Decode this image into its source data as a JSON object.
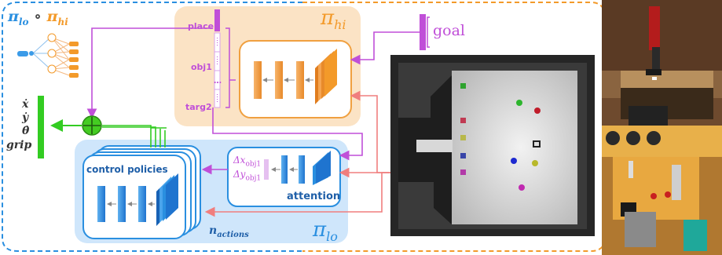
{
  "composite_title": {
    "lo": "π",
    "lo_sub": "lo",
    "op": " ∘ ",
    "hi": "π",
    "hi_sub": "hi"
  },
  "outputs": {
    "x_dot": "ẋ",
    "y_dot": "ẏ",
    "theta_dot": "θ̇",
    "grip": "grip"
  },
  "high_level": {
    "title": "π",
    "title_sub": "hi",
    "slots": [
      "place",
      "obj1",
      "…",
      "targ2"
    ]
  },
  "goal_label": "goal",
  "attention": {
    "label": "attention",
    "inputs": [
      {
        "main": "Δx",
        "sub": "obj1"
      },
      {
        "main": "Δy",
        "sub": "obj1"
      }
    ]
  },
  "control": {
    "label": "control policies",
    "count_main": "n",
    "count_sub": "actions"
  },
  "low_level": {
    "title": "π",
    "title_sub": "lo"
  },
  "colors": {
    "blue": "#2a8fe0",
    "orange": "#f39a2a",
    "purple": "#c04fd8",
    "pink": "#f07e7e",
    "green": "#33cc22"
  }
}
